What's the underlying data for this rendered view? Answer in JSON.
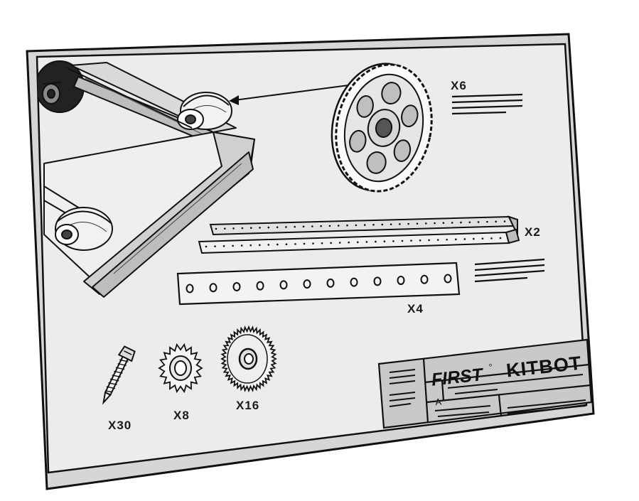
{
  "quantities": {
    "wheels": "X6",
    "short_channels": "X2",
    "long_plates": "X4",
    "screws": "X30",
    "small_sprockets": "X8",
    "large_sprockets": "X16"
  },
  "title_block": {
    "brand": "FIRST",
    "mark": "°",
    "product": "KITBOT",
    "rev_letter": "A"
  },
  "colors": {
    "paper": "#ebebeb",
    "frame": "#d3d3d3",
    "line": "#111111",
    "title_block_fill": "#c7c7c7"
  }
}
